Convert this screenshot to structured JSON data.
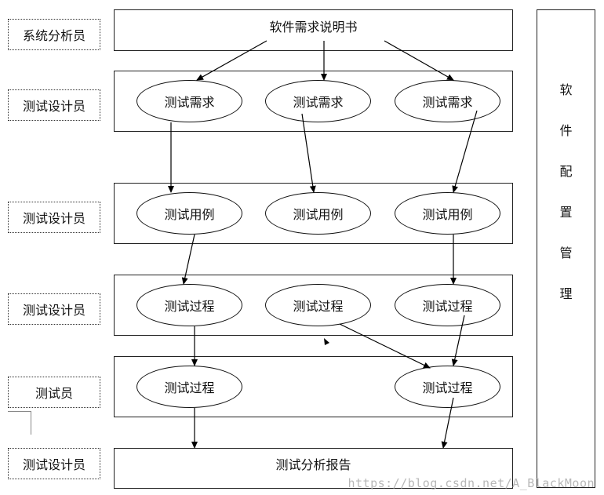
{
  "roles": [
    "系统分析员",
    "测试设计员",
    "测试设计员",
    "测试设计员",
    "测试员",
    "测试设计员"
  ],
  "spec": "软件需求说明书",
  "requirements": [
    "测试需求",
    "测试需求",
    "测试需求"
  ],
  "cases": [
    "测试用例",
    "测试用例",
    "测试用例"
  ],
  "procedures": [
    "测试过程",
    "测试过程",
    "测试过程"
  ],
  "execution": [
    "测试过程",
    "测试过程"
  ],
  "report": "测试分析报告",
  "side_label": [
    "软",
    "件",
    "配",
    "置",
    "管",
    "理"
  ],
  "watermark": "https://blog.csdn.net/A_BlackMoon"
}
